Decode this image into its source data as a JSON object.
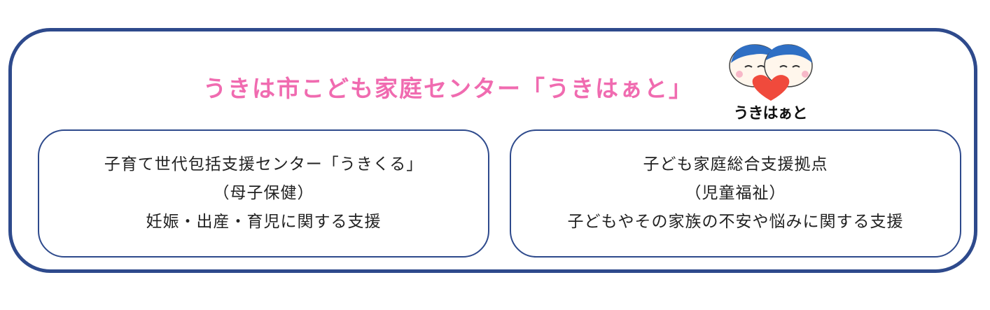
{
  "main": {
    "title": "うきは市こども家庭センター「うきはぁと」"
  },
  "logo": {
    "text": "うきはぁと",
    "icon": "heart-children-logo-icon"
  },
  "cards": [
    {
      "lines": [
        "子育て世代包括支援センター「うきくる」",
        "（母子保健）",
        "妊娠・出産・育児に関する支援"
      ]
    },
    {
      "lines": [
        "子ども家庭総合支援拠点",
        "（児童福祉）",
        "子どもやその家族の不安や悩みに関する支援"
      ]
    }
  ],
  "colors": {
    "frame_border": "#2e4a8c",
    "title": "#f06bb0",
    "heart": "#f04a3c",
    "hair": "#2f6fc4"
  }
}
